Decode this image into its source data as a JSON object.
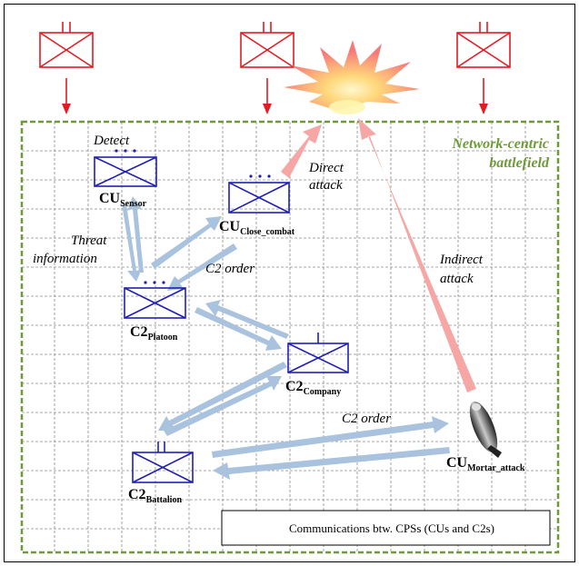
{
  "battlefield_label_line1": "Network-centric",
  "battlefield_label_line2": "battlefield",
  "detect_label": "Detect",
  "direct_attack_line1": "Direct",
  "direct_attack_line2": "attack",
  "indirect_attack_line1": "Indirect",
  "indirect_attack_line2": "attack",
  "threat_info_line1": "Threat",
  "threat_info_line2": "information",
  "c2_order_label": "C2 order",
  "units": {
    "cu_sensor": {
      "prefix": "CU",
      "sub": "Sensor"
    },
    "cu_close_combat": {
      "prefix": "CU",
      "sub": "Close_combat"
    },
    "c2_platoon": {
      "prefix": "C2",
      "sub": "Platoon"
    },
    "c2_company": {
      "prefix": "C2",
      "sub": "Company"
    },
    "c2_battalion": {
      "prefix": "C2",
      "sub": "Battalion"
    },
    "cu_mortar_attack": {
      "prefix": "CU",
      "sub": "Mortar_attack"
    }
  },
  "legend_label": "Communications btw. CPSs (CUs and C2s)",
  "colors": {
    "enemy_red": "#e31b23",
    "friendly_blue": "#1f1fb4",
    "comm_arrow": "#a9c2de",
    "attack_arrow": "#f7a6a6",
    "battlefield_green": "#6f9a3a"
  }
}
